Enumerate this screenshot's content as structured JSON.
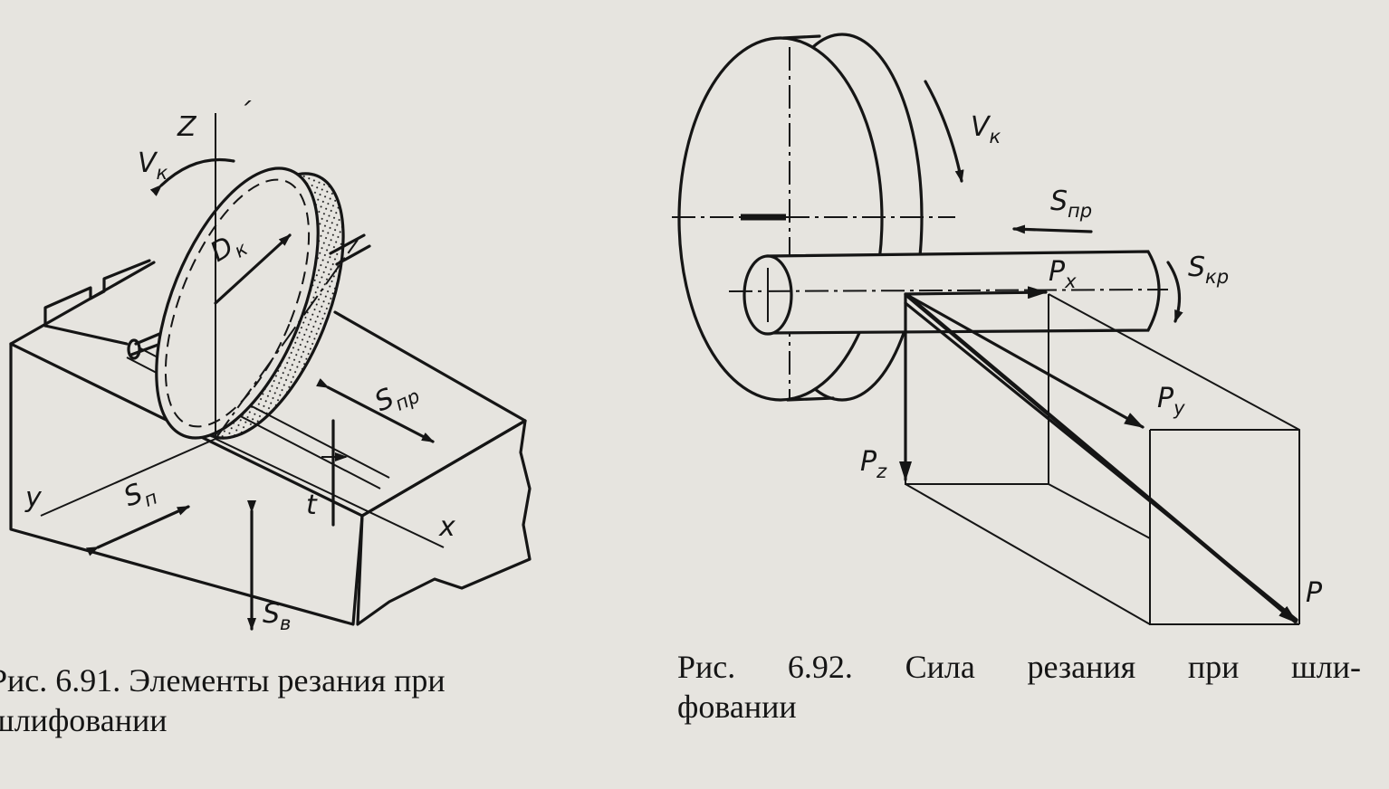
{
  "figure1": {
    "caption_line1": "Рис. 6.91. Элементы резания при",
    "caption_line2": "шлифовании",
    "labels": {
      "z": "Z",
      "vk_main": "V",
      "vk_sub": "к",
      "dk_main": "D",
      "dk_sub": "к",
      "snp_main": "S",
      "snp_sub": "пр",
      "sn_main": "S",
      "sn_sub": "п",
      "sv_main": "S",
      "sv_sub": "в",
      "t": "t",
      "y": "y",
      "x": "x"
    }
  },
  "figure2": {
    "caption_word1": "Рис.",
    "caption_word2": "6.92.",
    "caption_word3": "Сила",
    "caption_word4": "резания",
    "caption_word5": "при",
    "caption_word6": "шли-",
    "caption_line2": "фовании",
    "labels": {
      "vk_main": "V",
      "vk_sub": "к",
      "snp_main": "S",
      "snp_sub": "пр",
      "skp_main": "S",
      "skp_sub": "кр",
      "px_main": "P",
      "px_sub": "x",
      "py_main": "P",
      "py_sub": "y",
      "pz_main": "P",
      "pz_sub": "z",
      "p": "P"
    }
  }
}
